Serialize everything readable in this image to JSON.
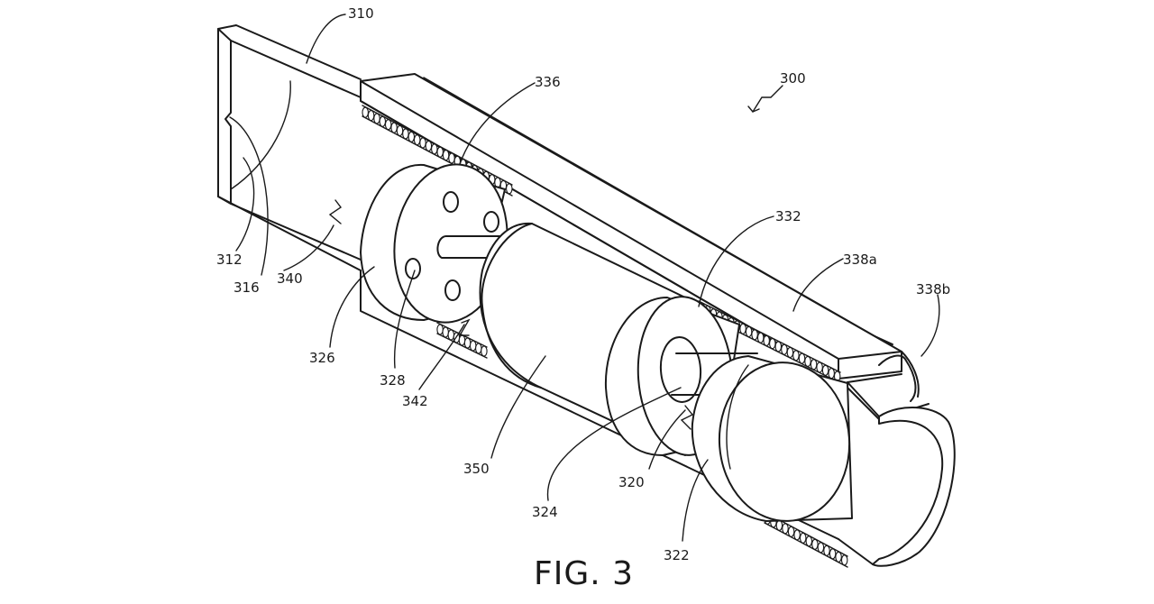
{
  "figure": {
    "caption": "FIG. 3",
    "assembly_ref": "300"
  },
  "refs": {
    "r310": "310",
    "r312": "312",
    "r316": "316",
    "r340": "340",
    "r326": "326",
    "r328": "328",
    "r342": "342",
    "r336": "336",
    "r350": "350",
    "r324": "324",
    "r320": "320",
    "r322": "322",
    "r332": "332",
    "r338a": "338a",
    "r338b": "338b"
  }
}
